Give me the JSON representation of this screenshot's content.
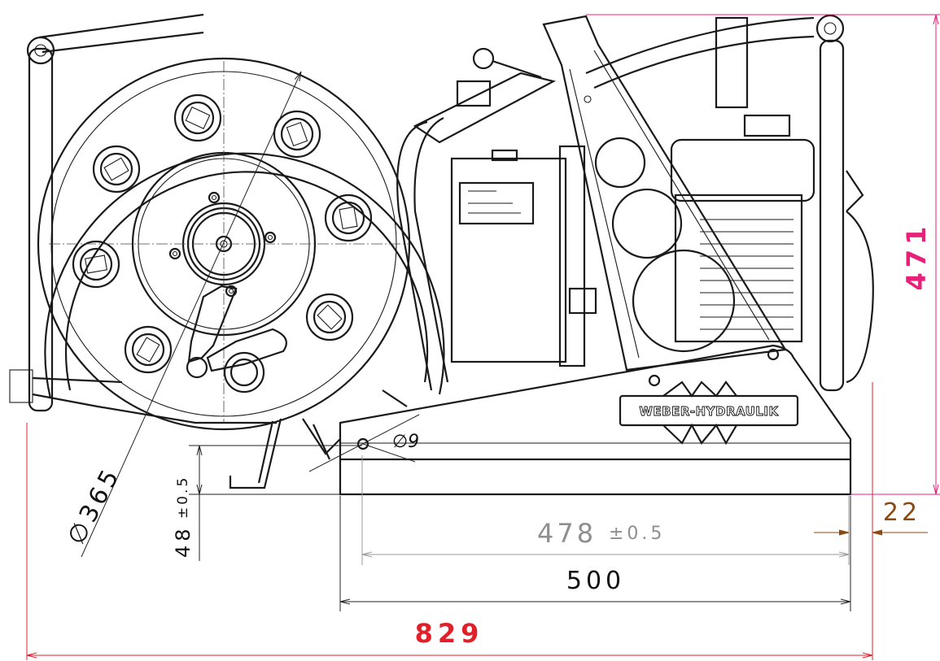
{
  "drawing": {
    "brand_label": "WEBER-HYDRAULIK"
  },
  "dimensions": {
    "overall_length": {
      "value": "829",
      "color": "#e2202a"
    },
    "height": {
      "value": "471",
      "color": "#e8207a"
    },
    "base_length": {
      "value": "500"
    },
    "foot_spacing": {
      "value": "478",
      "tolerance": "±0.5",
      "color": "#8f8f8f"
    },
    "overhang": {
      "value": "22",
      "color": "#8a4a12"
    },
    "reel_diameter": {
      "value": "365",
      "prefix": "∅"
    },
    "ground_clearance": {
      "value": "48",
      "tolerance": "±0.5"
    },
    "hole_diameter": {
      "value": "9",
      "prefix": "∅"
    }
  }
}
